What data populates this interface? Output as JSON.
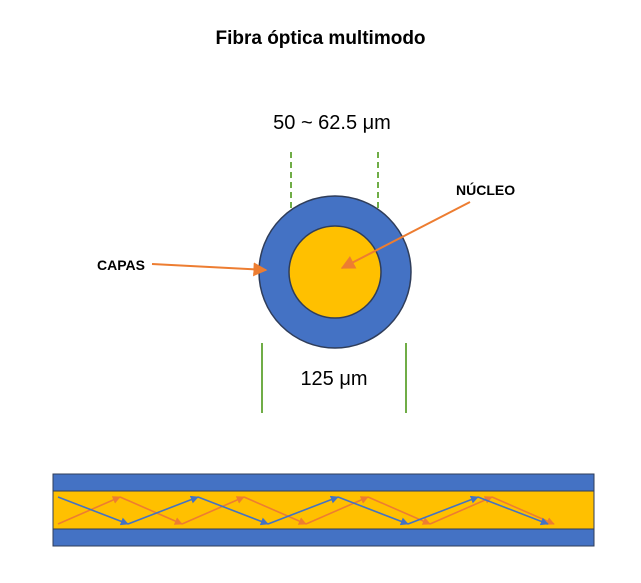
{
  "title": "Fibra óptica multimodo",
  "core_dimension": "50 ~ 62.5 μm",
  "cladding_dimension": "125 μm",
  "labels": {
    "core": "NÚCLEO",
    "cladding": "CAPAS"
  },
  "colors": {
    "cladding": "#4472c4",
    "core": "#ffc000",
    "outline": "#2f3d5a",
    "arrow_label": "#ed7d31",
    "dim_dashed": "#70ad47",
    "dim_solid": "#70ad47",
    "ray_blue": "#4472c4",
    "ray_orange": "#ed7d31"
  }
}
